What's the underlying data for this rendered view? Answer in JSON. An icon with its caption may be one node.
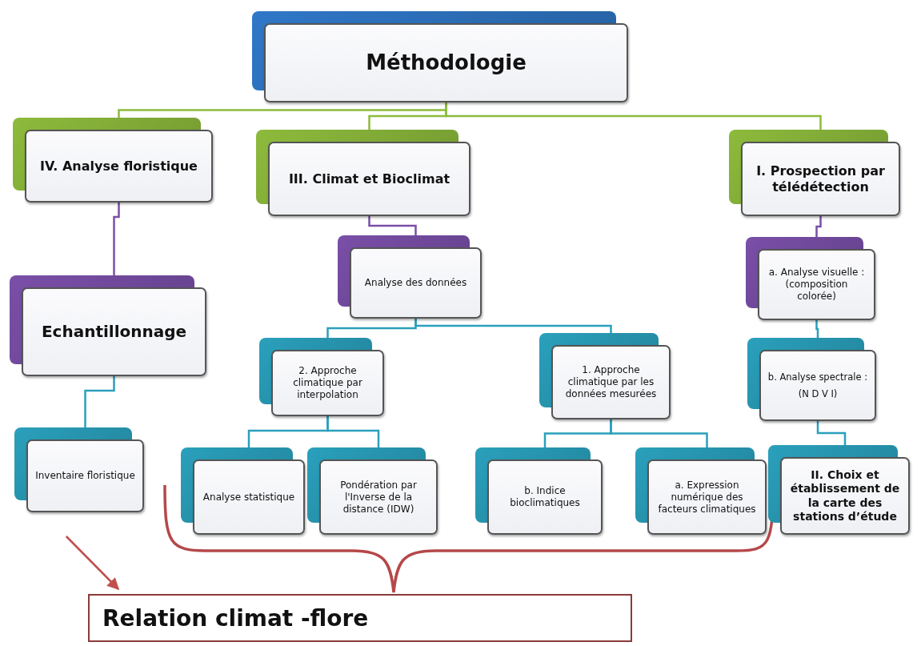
{
  "diagram": {
    "nodes": [
      {
        "text": [
          "Méthodologie"
        ]
      },
      {
        "text": [
          "IV. Analyse floristique"
        ]
      },
      {
        "text": [
          "III. Climat  et Bioclimat"
        ]
      },
      {
        "text": [
          "I. Prospection par télédétection"
        ]
      },
      {
        "text": [
          "Echantillonnage"
        ]
      },
      {
        "text": [
          "Analyse des données"
        ]
      },
      {
        "text": [
          "a. Analyse visuelle : (composition colorée)"
        ]
      },
      {
        "text": [
          "2. Approche climatique  par interpolation"
        ]
      },
      {
        "text": [
          "1. Approche climatique  par les données mesurées"
        ]
      },
      {
        "text": [
          "b. Analyse spectrale :",
          "(N D V I)"
        ]
      },
      {
        "text": [
          "Inventaire floristique"
        ]
      },
      {
        "text": [
          "Analyse statistique"
        ]
      },
      {
        "text": [
          "Pondération par l'Inverse de la distance  (IDW)"
        ]
      },
      {
        "text": [
          "b. Indice bioclimatiques"
        ]
      },
      {
        "text": [
          "a. Expression numérique des facteurs climatiques"
        ]
      },
      {
        "text": [
          "II. Choix et établissement de la carte  des stations d’étude"
        ]
      },
      {
        "text": [
          "Relation climat -flore"
        ]
      }
    ],
    "edges": [
      {
        "from": 0,
        "to": 1,
        "arrow": "none",
        "color": "#8dbb3c"
      },
      {
        "from": 0,
        "to": 2,
        "arrow": "none",
        "color": "#8dbb3c"
      },
      {
        "from": 0,
        "to": 3,
        "arrow": "none",
        "color": "#8dbb3c"
      },
      {
        "from": 1,
        "to": 4,
        "arrow": "none",
        "color": "#7a4fa8"
      },
      {
        "from": 2,
        "to": 5,
        "arrow": "none",
        "color": "#7a4fa8"
      },
      {
        "from": 3,
        "to": 6,
        "arrow": "none",
        "color": "#7a4fa8"
      },
      {
        "from": 4,
        "to": 10,
        "arrow": "none"
      },
      {
        "from": 5,
        "to": 7,
        "arrow": "none"
      },
      {
        "from": 5,
        "to": 8,
        "arrow": "none"
      },
      {
        "from": 6,
        "to": 9,
        "arrow": "none"
      },
      {
        "from": 9,
        "to": 15,
        "arrow": "none"
      },
      {
        "from": 7,
        "to": 11,
        "arrow": "none"
      },
      {
        "from": 7,
        "to": 12,
        "arrow": "none"
      },
      {
        "from": 8,
        "to": 13,
        "arrow": "none"
      },
      {
        "from": 8,
        "to": 14,
        "arrow": "none"
      },
      {
        "from": 10,
        "to": 16,
        "arrow": "to",
        "color": "#c0504d"
      }
    ]
  }
}
